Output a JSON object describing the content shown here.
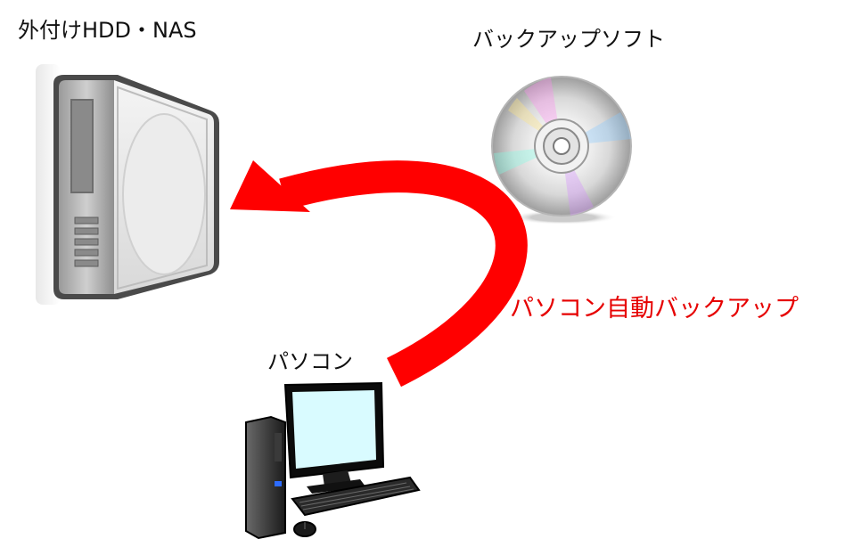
{
  "labels": {
    "hdd_nas": "外付けHDD・NAS",
    "backup_software": "バックアップソフト",
    "pc": "パソコン",
    "auto_backup": "パソコン自動バックアップ"
  },
  "colors": {
    "arrow": "#ff0000",
    "auto_backup_text": "#e60000",
    "drive_body": "#8c8c8c",
    "monitor_screen": "#d9fbff"
  },
  "icons": [
    "external-drive-icon",
    "backup-disc-icon",
    "desktop-pc-icon"
  ]
}
